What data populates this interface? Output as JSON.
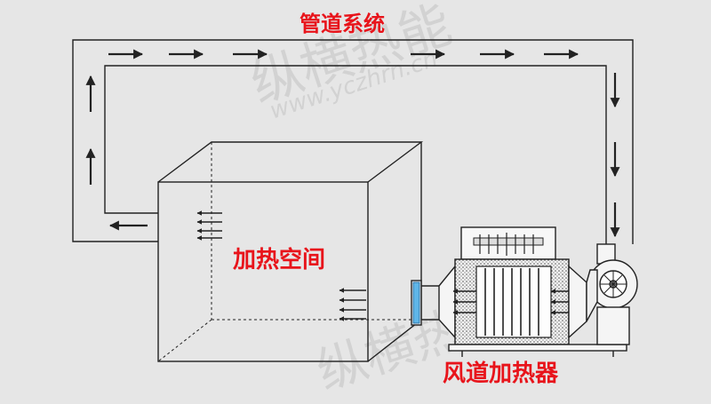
{
  "labels": {
    "pipe_system": "管道系统",
    "heating_space": "加热空间",
    "air_duct_heater": "风道加热器"
  },
  "watermark": {
    "brand": "纵横热能",
    "url": "www.yczhrn.cn"
  },
  "colors": {
    "background": "#e6e6e6",
    "line": "#222222",
    "label_red": "#e8141b",
    "watermark": "#d2d2d2"
  }
}
